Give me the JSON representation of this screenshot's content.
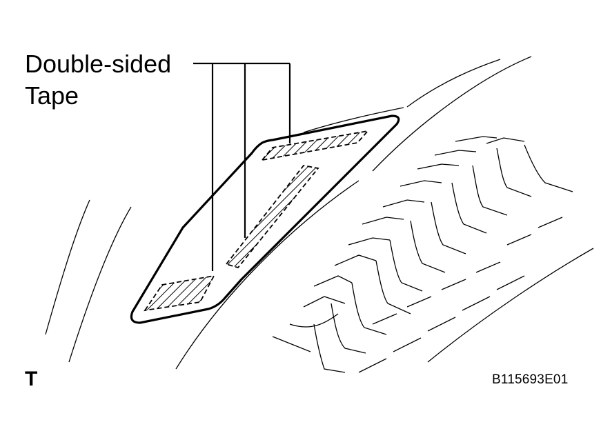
{
  "callout": {
    "line1": "Double-sided",
    "line2": "Tape"
  },
  "corner_letter": "T",
  "figure_code": "B115693E01"
}
